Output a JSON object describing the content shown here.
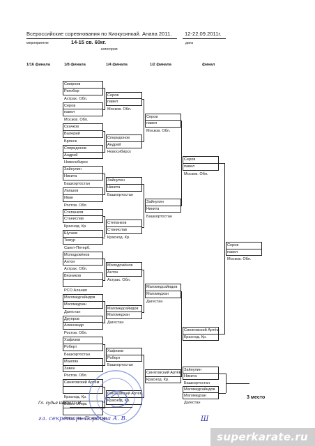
{
  "header": {
    "title": "Всероссийские соревнования по Киокусинкай. Анапа 2011.",
    "dates": "12-22.09.2011г.",
    "event_label": "мероприятие",
    "weight": "14-15 св. 60кг.",
    "date_label": "дата",
    "category_label": "категория"
  },
  "rounds": [
    "1/16 финала",
    "1/8 финала",
    "1/4 финала",
    "1/2 финала",
    "финал"
  ],
  "r16": [
    [
      "Смирнов",
      "Ратибор",
      "Астрах. Обл."
    ],
    [
      "Серов",
      "павел",
      "Москов. Обл."
    ],
    [
      "Скачков",
      "Валерий",
      "Брянск"
    ],
    [
      "Спиридонов",
      "Андрей",
      "Новосибирск"
    ],
    [
      "Зайнулин",
      "Никита",
      "Башкортостан"
    ],
    [
      "Лапшов",
      "Иван",
      "Ростов. Обл."
    ],
    [
      "Степанков",
      "Станислав",
      "Краснод. Кр."
    ],
    [
      "Шугаев",
      "Тимур",
      "Санкт-Петерб."
    ],
    [
      "Молодожёнов",
      "Антон",
      "Астрах. Обл."
    ],
    [
      "Вязников",
      "",
      "РСО Алания"
    ],
    [
      "Магомедсайидов",
      "Магомедхан",
      "Дагестан"
    ],
    [
      "Друпров",
      "Александр",
      "Ростов. Обл."
    ],
    [
      "Хафизов",
      "Роберт",
      "Башкортостан"
    ],
    [
      "Маилян",
      "Завен",
      "Ростов. Обл."
    ],
    [
      "Синяговский Артём",
      "",
      "Краснод. Кр."
    ],
    [
      "Бабко Мгорь",
      "",
      "Ямал. Ненецк. Авт. Окр"
    ]
  ],
  "qf": [
    [
      "Серов",
      "павел",
      "Москов. Обл."
    ],
    [
      "Спиридонов",
      "Андрей",
      "Новосибирск"
    ],
    [
      "Зайнулин",
      "Никита",
      "Башкортостан"
    ],
    [
      "Степанков",
      "Станислав",
      "Краснод. Кр."
    ],
    [
      "Молодожёнов",
      "Антон",
      "Астрах. Обл."
    ],
    [
      "Магомедсайидов",
      "Магомедхан",
      "Дагестан"
    ],
    [
      "Хафизов",
      "Роберт",
      "Башкортостан"
    ],
    [
      "Синяговский Артём",
      "Краснод. Кр.",
      ""
    ]
  ],
  "sf": [
    [
      "Серов",
      "павел",
      "Москов. Обл."
    ],
    [
      "Зайнулин",
      "Никита",
      "Башкортостан"
    ],
    [
      "Магомедсайидов",
      "Магомедхан",
      "Дагестан"
    ],
    [
      "Синяговский Артём",
      "Краснод. Кр.",
      ""
    ]
  ],
  "fin": [
    [
      "Серов",
      "павел",
      "Москов. Обл."
    ],
    [
      "Синяговский Артём",
      "Краснод. Кр.",
      ""
    ]
  ],
  "winner": [
    "Серов",
    "павел",
    "Москов. Обл."
  ],
  "third": {
    "label": "3 место",
    "a": [
      "Зайнулин",
      "Никита",
      "Башкортостан"
    ],
    "b": [
      "Магомедсайидов",
      "Магомедхан",
      "Дагестан"
    ]
  },
  "footer": {
    "judge": "Гл. судья   Швец П. В.",
    "secretary": "гл. секретарь  Гордина  А. В."
  },
  "watermark": "superkarate.ru"
}
